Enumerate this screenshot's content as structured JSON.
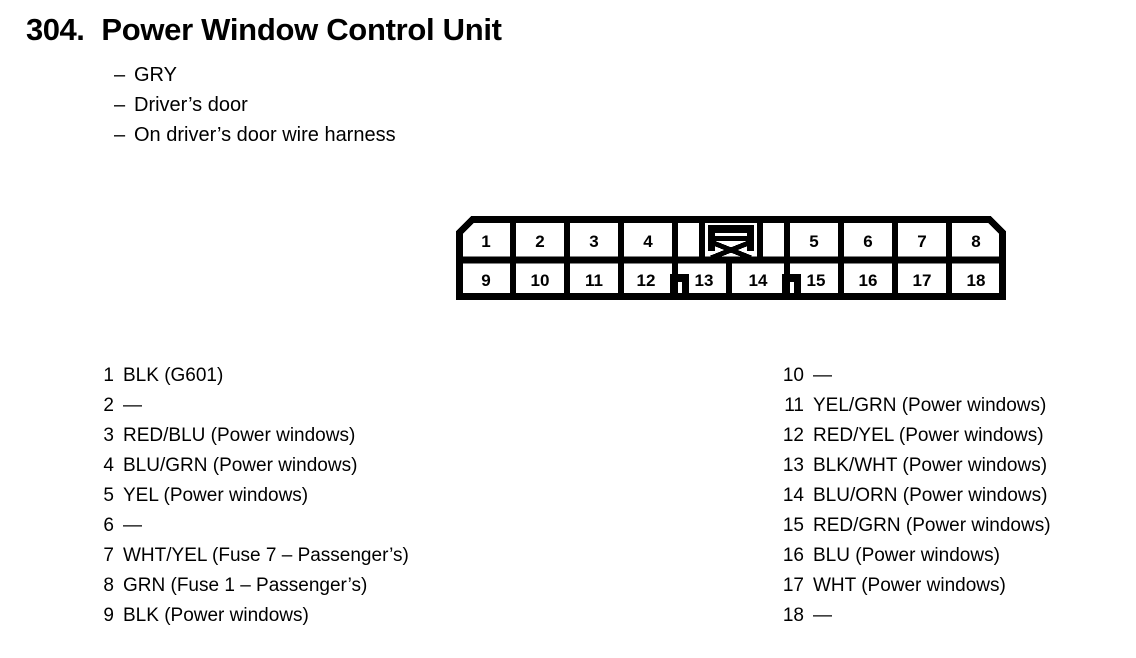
{
  "header": {
    "number": "304.",
    "title": "Power Window Control Unit",
    "subtitles": [
      {
        "dash": "–",
        "text": "GRY"
      },
      {
        "dash": "–",
        "text": "Driver’s door"
      },
      {
        "dash": "–",
        "text": "On driver’s door wire harness"
      }
    ]
  },
  "connector": {
    "top_row": [
      "1",
      "2",
      "3",
      "4",
      "5",
      "6",
      "7",
      "8"
    ],
    "bottom_row": [
      "9",
      "10",
      "11",
      "12",
      "13",
      "14",
      "15",
      "16",
      "17",
      "18"
    ],
    "latch_label": "connector-latch"
  },
  "pins": {
    "left": [
      {
        "num": "1",
        "desc": "BLK (G601)"
      },
      {
        "num": "2",
        "desc": "—"
      },
      {
        "num": "3",
        "desc": "RED/BLU (Power windows)"
      },
      {
        "num": "4",
        "desc": "BLU/GRN (Power windows)"
      },
      {
        "num": "5",
        "desc": "YEL (Power windows)"
      },
      {
        "num": "6",
        "desc": "—"
      },
      {
        "num": "7",
        "desc": "WHT/YEL (Fuse 7 – Passenger’s)"
      },
      {
        "num": "8",
        "desc": "GRN (Fuse 1 – Passenger’s)"
      },
      {
        "num": "9",
        "desc": "BLK (Power windows)"
      }
    ],
    "right": [
      {
        "num": "10",
        "desc": "—"
      },
      {
        "num": "11",
        "desc": "YEL/GRN (Power windows)"
      },
      {
        "num": "12",
        "desc": "RED/YEL (Power windows)"
      },
      {
        "num": "13",
        "desc": "BLK/WHT (Power windows)"
      },
      {
        "num": "14",
        "desc": "BLU/ORN (Power windows)"
      },
      {
        "num": "15",
        "desc": "RED/GRN (Power windows)"
      },
      {
        "num": "16",
        "desc": "BLU (Power windows)"
      },
      {
        "num": "17",
        "desc": "WHT (Power windows)"
      },
      {
        "num": "18",
        "desc": "—"
      }
    ]
  },
  "colors": {
    "ink": "#000000",
    "paper": "#ffffff"
  }
}
